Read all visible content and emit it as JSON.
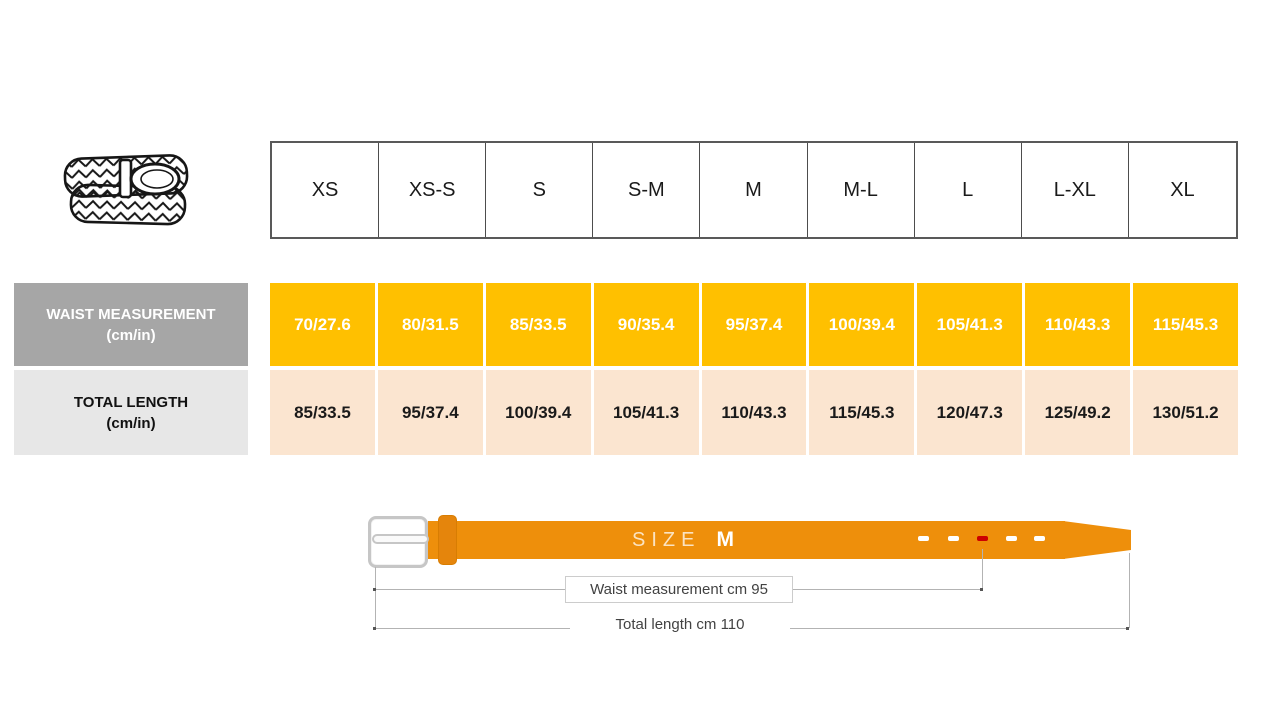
{
  "size_table": {
    "sizes": [
      "XS",
      "XS-S",
      "S",
      "S-M",
      "M",
      "M-L",
      "L",
      "L-XL",
      "XL"
    ],
    "rows": [
      {
        "id": "waist",
        "label_line1": "WAIST MEASUREMENT",
        "label_line2": "(cm/in)",
        "values": [
          "70/27.6",
          "80/31.5",
          "85/33.5",
          "90/35.4",
          "95/37.4",
          "100/39.4",
          "105/41.3",
          "110/43.3",
          "115/45.3"
        ]
      },
      {
        "id": "total_length",
        "label_line1": "TOTAL LENGTH",
        "label_line2": "(cm/in)",
        "values": [
          "85/33.5",
          "95/37.4",
          "100/39.4",
          "105/41.3",
          "110/43.3",
          "115/45.3",
          "120/47.3",
          "125/49.2",
          "130/51.2"
        ]
      }
    ]
  },
  "belt_diagram": {
    "size_word": "SIZE",
    "size_value": "M",
    "waist_dimension_label": "Waist measurement cm 95",
    "total_dimension_label": "Total length cm 110"
  },
  "colors": {
    "waist_row": "#ffc000",
    "length_row": "#fbe5d0",
    "waist_label_bg": "#a6a6a6",
    "length_label_bg": "#e7e7e7",
    "belt_strap": "#ee8f0b",
    "highlight_hole": "#cc0000"
  },
  "icons": {
    "braided_belt": "braided-belt-illustration"
  }
}
